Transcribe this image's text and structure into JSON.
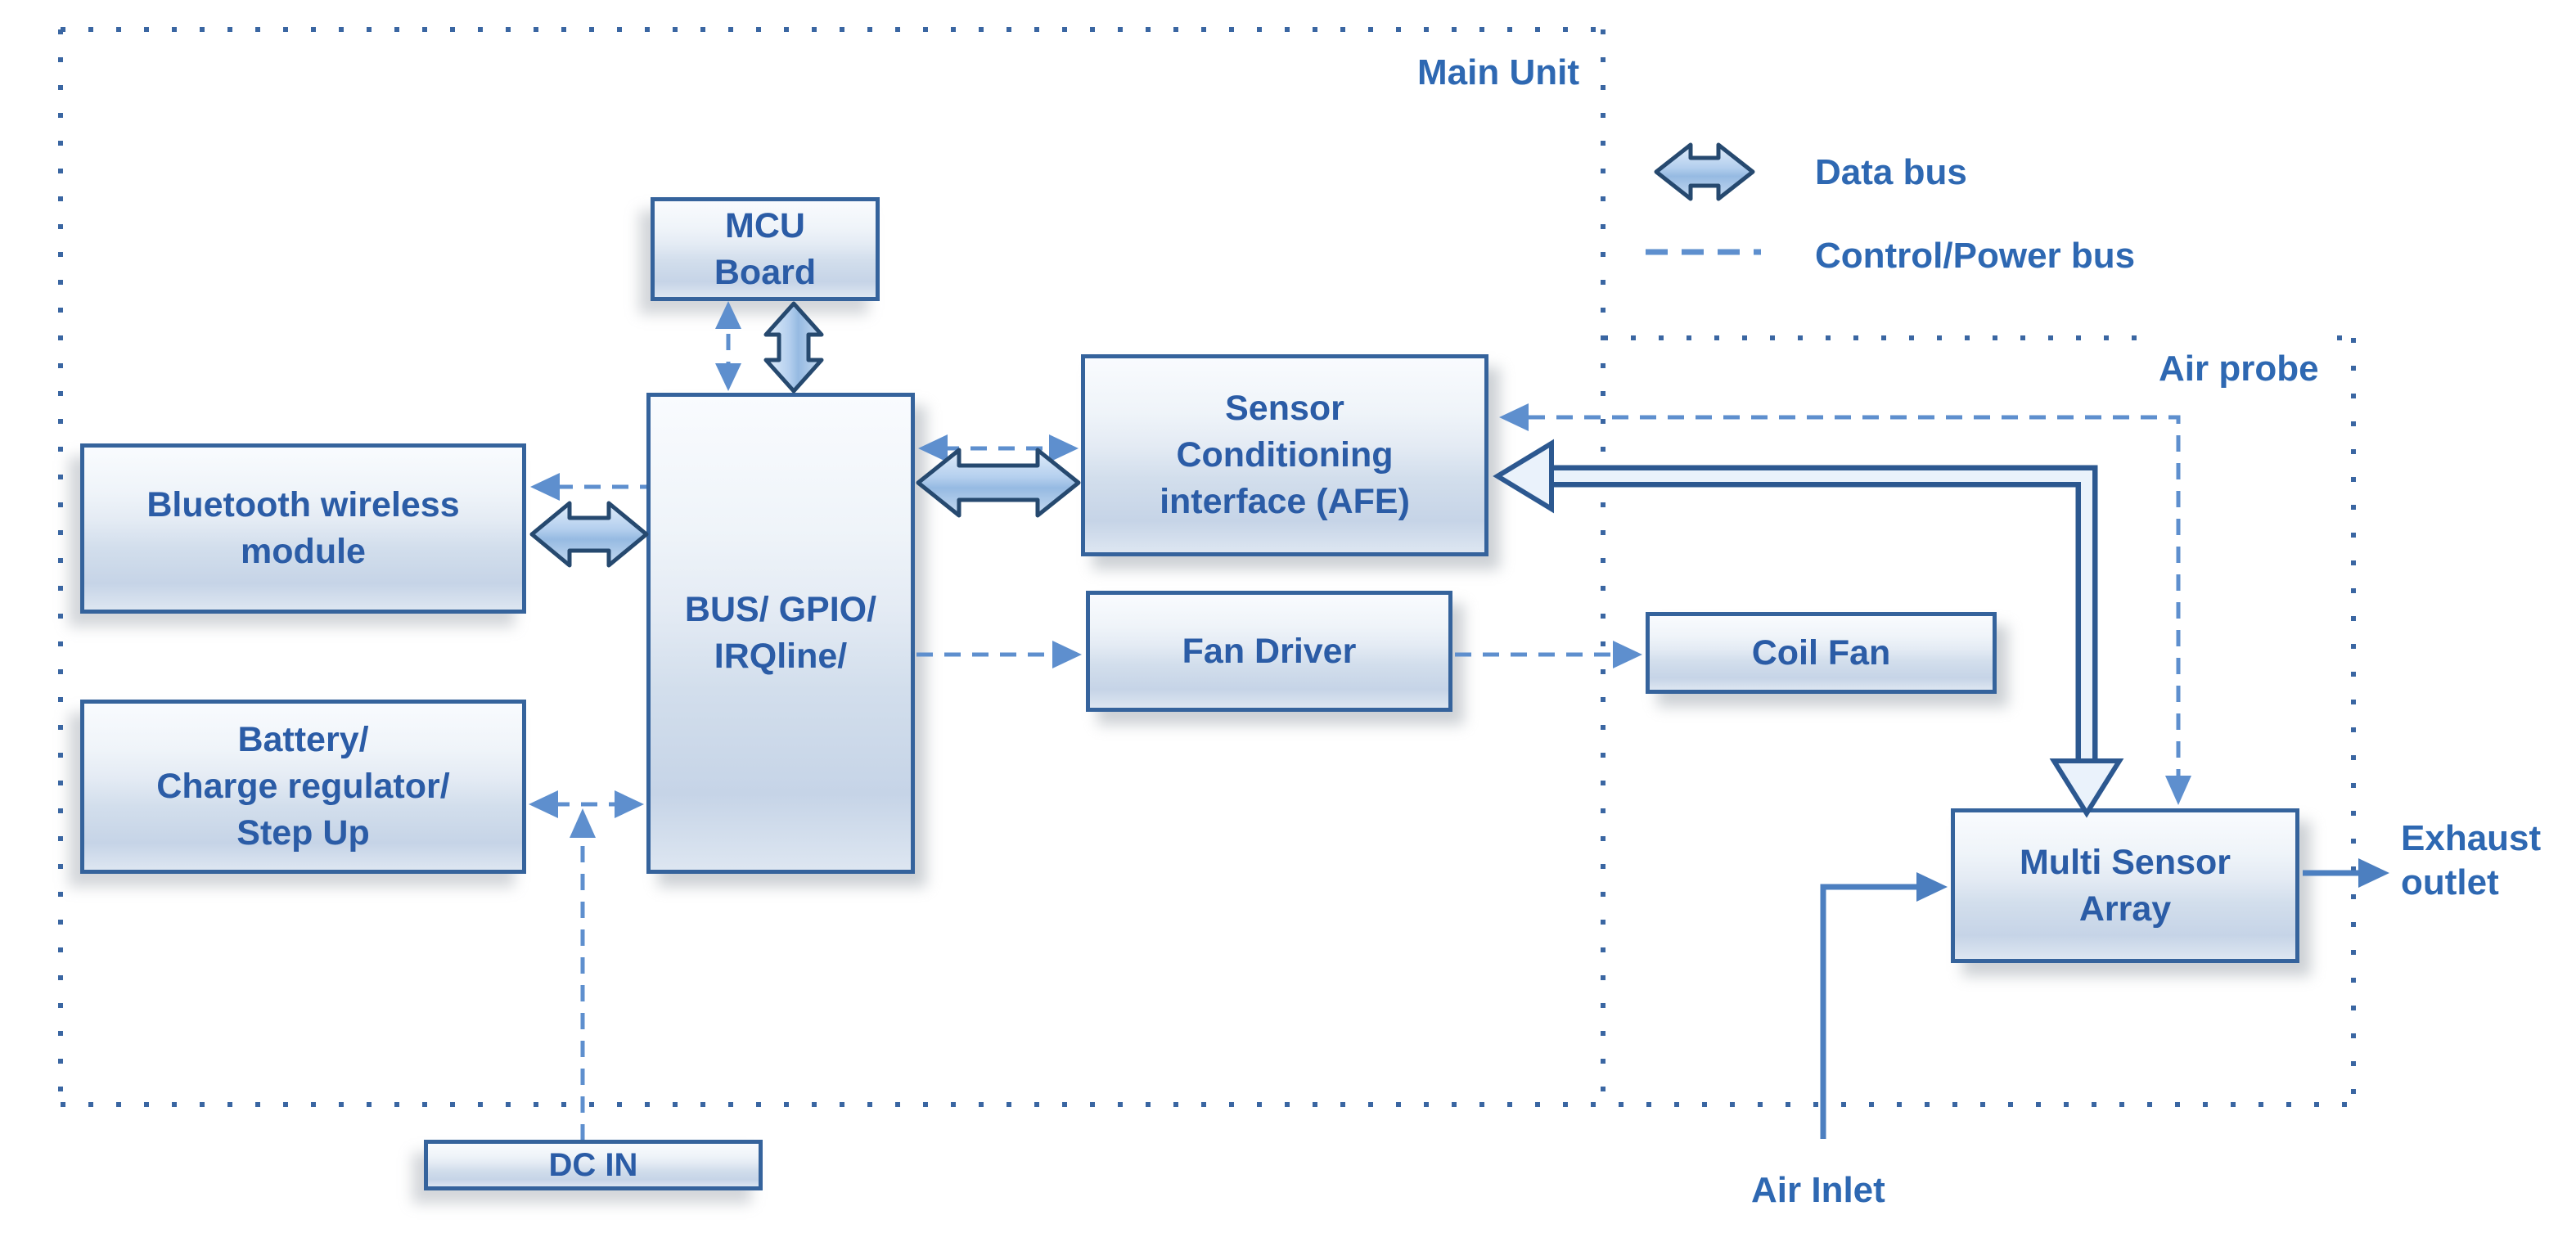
{
  "diagram": {
    "regions": {
      "main_unit": "Main Unit",
      "air_probe": "Air probe"
    },
    "legend": {
      "data_bus": "Data bus",
      "control_power_bus": "Control/Power bus"
    },
    "blocks": {
      "mcu_board": {
        "lines": [
          "MCU",
          "Board"
        ]
      },
      "bluetooth": {
        "lines": [
          "Bluetooth wireless",
          "module"
        ]
      },
      "battery": {
        "lines": [
          "Battery/",
          "Charge regulator/",
          "Step Up"
        ]
      },
      "bus_gpio": {
        "lines": [
          "BUS/ GPIO/",
          "IRQline/"
        ]
      },
      "afe": {
        "lines": [
          "Sensor",
          "Conditioning",
          "interface (AFE)"
        ]
      },
      "fan_driver": {
        "lines": [
          "Fan Driver"
        ]
      },
      "coil_fan": {
        "lines": [
          "Coil Fan"
        ]
      },
      "multi_sensor": {
        "lines": [
          "Multi Sensor",
          "Array"
        ]
      },
      "dc_in": {
        "lines": [
          "DC IN"
        ]
      }
    },
    "ports": {
      "air_inlet": "Air Inlet",
      "exhaust_outlet": "Exhaust outlet"
    },
    "colors": {
      "box_border": "#35639c",
      "box_text": "#2b5ca6",
      "label_text": "#2e68b2",
      "dashed_line": "#5e8fce",
      "dotted_border": "#3a66a2",
      "solid_line": "#4c7fc0",
      "arrow_border": "#26496f"
    }
  }
}
